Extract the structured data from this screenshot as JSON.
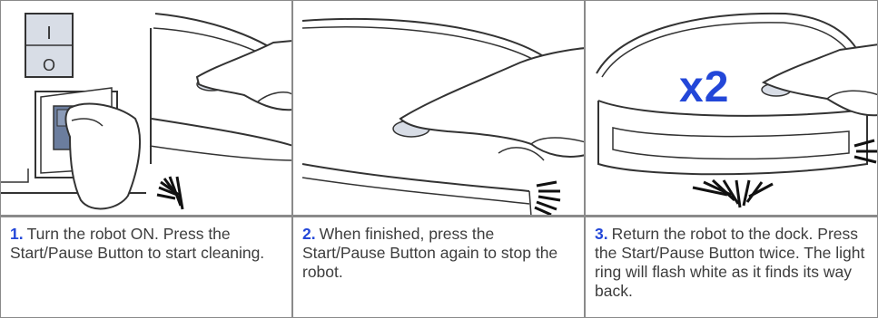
{
  "steps": [
    {
      "number": "1.",
      "text": "Turn the robot ON. Press the Start/Pause Button to start cleaning."
    },
    {
      "number": "2.",
      "text": "When finished, press the Start/Pause Button again to stop the robot."
    },
    {
      "number": "3.",
      "text": "Return the robot to the dock. Press the Start/Pause Button twice. The light ring will flash white as it finds its way back."
    }
  ],
  "panel3_overlay": "x2",
  "switch_labels": {
    "on": "I",
    "off": "O"
  },
  "colors": {
    "accent": "#2347d8",
    "line": "#333333",
    "panel_border": "#8a8a8a",
    "switch_face": "#d8dde6"
  }
}
